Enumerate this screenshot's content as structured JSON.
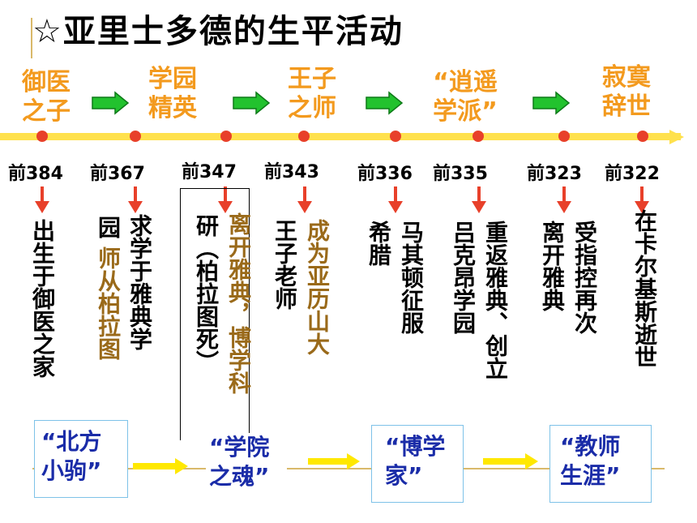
{
  "title": "☆亚里士多德的生平活动",
  "stages": [
    {
      "line1": "御医",
      "line2": "之子"
    },
    {
      "line1": "学园",
      "line2": "精英"
    },
    {
      "line1": "王子",
      "line2": "之师"
    },
    {
      "line1": "“逍遥",
      "line2": "学派”"
    },
    {
      "line1": "寂寞",
      "line2": "辞世"
    }
  ],
  "years": [
    "前384",
    "前367",
    "前347",
    "前343",
    "前336",
    "前335",
    "前323",
    "前322"
  ],
  "events": {
    "e384": "出生于御医之家",
    "e367_a": "求学于雅典学",
    "e367_b": "园",
    "e367_c": "师从柏拉图",
    "e347_a": "研（柏拉图死）",
    "e347_b": "离开雅典，博学科",
    "e343_a": "王子老师",
    "e343_b": "成为亚历山大",
    "e336_a": "马其顿征服",
    "e336_b": "希腊",
    "e335_a": "重返雅典、创立",
    "e335_b": "吕克昂学园",
    "e323_a": "受指控再次",
    "e323_b": "离开雅典",
    "e322": "在卡尔基斯逝世"
  },
  "nicknames": [
    {
      "line1": "“北方",
      "line2": "小驹”"
    },
    {
      "line1": "“学院",
      "line2": "之魂”"
    },
    {
      "line1": "“博学",
      "line2": "家”"
    },
    {
      "line1": "“教师",
      "line2": "生涯”"
    }
  ],
  "colors": {
    "stage": "#f39a1e",
    "axis": "#ffe14d",
    "dot": "#e8402a",
    "down_arrow": "#e8402a",
    "stage_arrow": "#22c22e",
    "nickname": "#1a2ca8",
    "nickname_arrow": "#ffe800",
    "event_highlight": "#9a6a1a"
  }
}
